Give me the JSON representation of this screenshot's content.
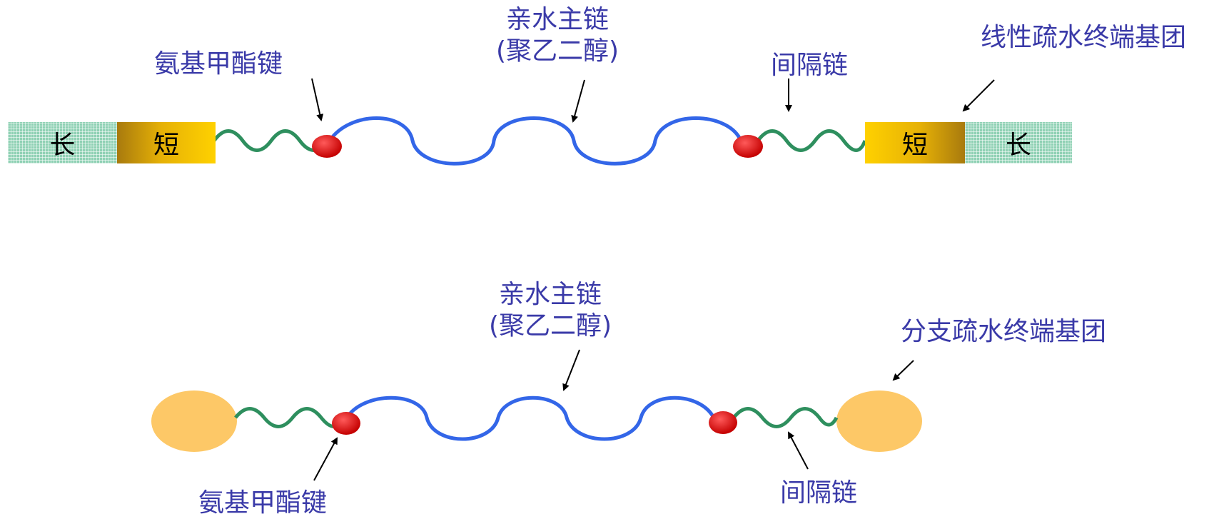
{
  "colors": {
    "label_text": "#3a3aa8",
    "backbone": "#3366e8",
    "spacer": "#2e8f5e",
    "urethane_node": "#dd1111",
    "branched_end": "#fdc867",
    "long_block": "#8fd1b4",
    "short_block": "#e6b106"
  },
  "top": {
    "backbone_label_line1": "亲水主链",
    "backbone_label_line2": "(聚乙二醇)",
    "urethane_label": "氨基甲酯键",
    "spacer_label": "间隔链",
    "end_group_label": "线性疏水终端基团",
    "left_long": "长",
    "left_short": "短",
    "right_short": "短",
    "right_long": "长"
  },
  "bottom": {
    "backbone_label_line1": "亲水主链",
    "backbone_label_line2": "(聚乙二醇)",
    "urethane_label": "氨基甲酯键",
    "spacer_label": "间隔链",
    "end_group_label": "分支疏水终端基团"
  }
}
